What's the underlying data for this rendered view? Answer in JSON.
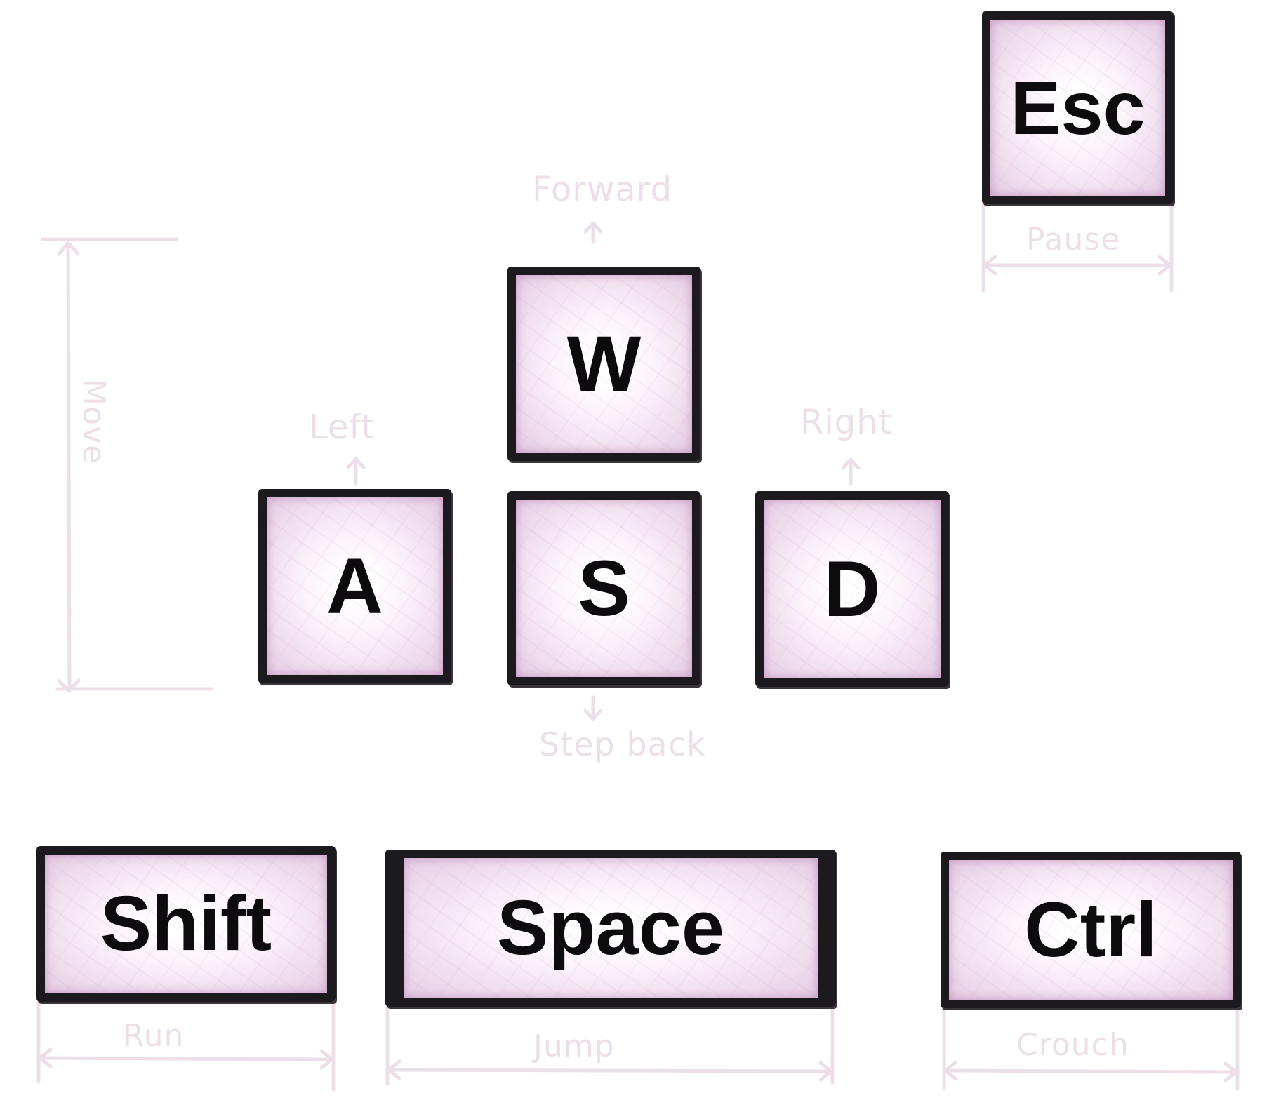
{
  "keys": {
    "esc": "Esc",
    "w": "W",
    "a": "A",
    "s": "S",
    "d": "D",
    "shift": "Shift",
    "space": "Space",
    "ctrl": "Ctrl"
  },
  "actions": {
    "pause": "Pause",
    "forward": "Forward",
    "left": "Left",
    "right": "Right",
    "step_back": "Step back",
    "move": "Move",
    "run": "Run",
    "jump": "Jump",
    "crouch": "Crouch"
  },
  "colors": {
    "key_fill": "#e6cce3",
    "key_border": "#1c1a1f",
    "annotation": "#ecdfe9"
  }
}
